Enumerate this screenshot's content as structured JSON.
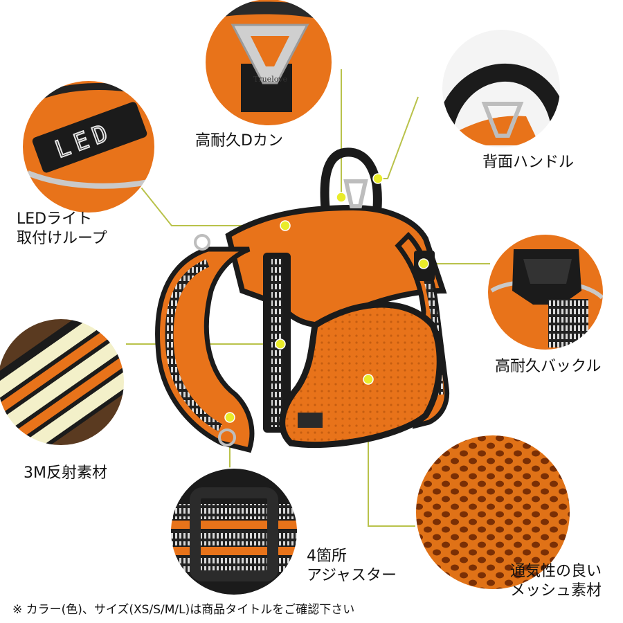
{
  "colors": {
    "harness_orange": "#e8731a",
    "webbing_black": "#1b1b1b",
    "reflective_silver": "#c9c9c9",
    "callout_line": "#b9c24a",
    "callout_dot": "#e9ec2a"
  },
  "callouts": {
    "d_ring": "高耐久Dカン",
    "back_handle": "背面ハンドル",
    "led_loop_line1": "LEDライト",
    "led_loop_line2": "取付けループ",
    "buckle": "高耐久バックル",
    "reflective": "3M反射素材",
    "adjuster_line1": "4箇所",
    "adjuster_line2": "アジャスター",
    "mesh_line1": "通気性の良い",
    "mesh_line2": "メッシュ素材"
  },
  "embedded_text": {
    "d_ring_brand": "Truelove",
    "led_tag": "LED"
  },
  "footnote": "※ カラー(色)、サイズ(XS/S/M/L)は商品タイトルをご確認下さい"
}
